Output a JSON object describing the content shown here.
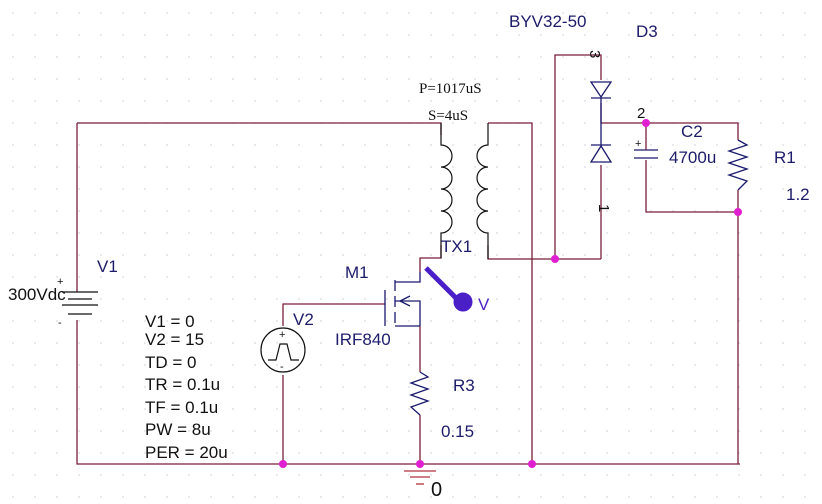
{
  "colors": {
    "wire": "#7a1f3a",
    "component": "#1a1a6e",
    "junction": "#e020d0",
    "probe": "#4a1fc8",
    "grid_dot": "#d8d8e0"
  },
  "components": {
    "v1": {
      "ref": "V1",
      "value": "300Vdc",
      "plus": "+",
      "minus": "-"
    },
    "v2": {
      "ref": "V2",
      "plus": "+",
      "minus": "-",
      "params": [
        "V1 = 0",
        "V2 = 15",
        "TD = 0",
        "TR = 0.1u",
        "TF = 0.1u",
        "PW = 8u",
        "PER = 20u"
      ]
    },
    "m1": {
      "ref": "M1",
      "value": "IRF840"
    },
    "tx1": {
      "ref": "TX1",
      "primary": "P=1017uS",
      "secondary": "S=4uS"
    },
    "d3": {
      "ref": "D3",
      "value": "BYV32-50",
      "pins": [
        "1",
        "2",
        "3"
      ]
    },
    "c2": {
      "ref": "C2",
      "value": "4700u",
      "plus": "+"
    },
    "r1": {
      "ref": "R1",
      "value": "1.2"
    },
    "r3": {
      "ref": "R3",
      "value": "0.15"
    },
    "ground": {
      "label": "0"
    },
    "probe": {
      "label": "V"
    }
  }
}
